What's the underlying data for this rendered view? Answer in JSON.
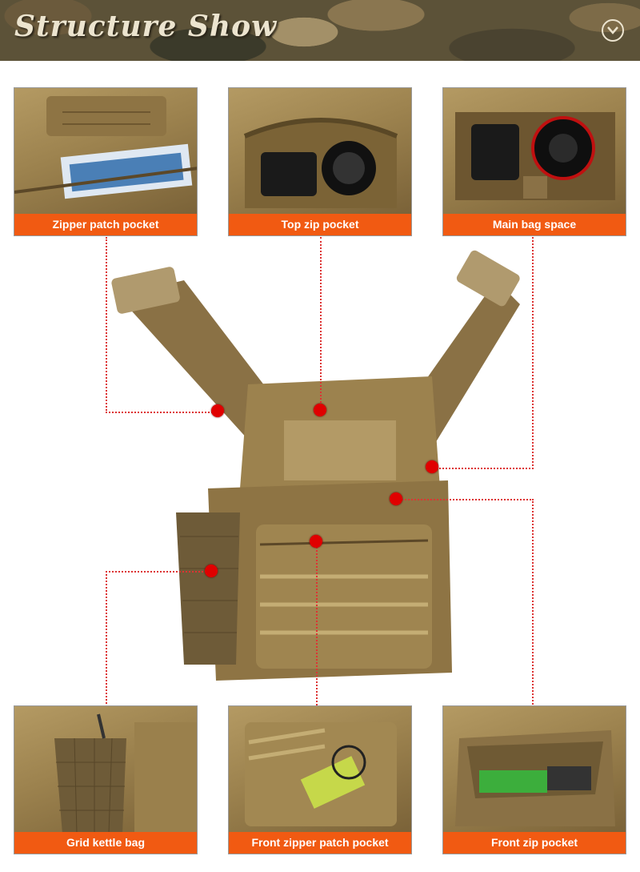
{
  "banner": {
    "title": "Structure Show",
    "icon": "chevron-down-circle-icon"
  },
  "features": [
    {
      "label": "Zipper patch pocket"
    },
    {
      "label": "Top zip pocket"
    },
    {
      "label": "Main bag space"
    },
    {
      "label": "Grid kettle bag"
    },
    {
      "label": "Front zipper patch pocket"
    },
    {
      "label": "Front zip pocket"
    }
  ],
  "colors": {
    "caption_bg": "#f15a12",
    "marker": "#e00000",
    "bag": "#9c824e"
  }
}
